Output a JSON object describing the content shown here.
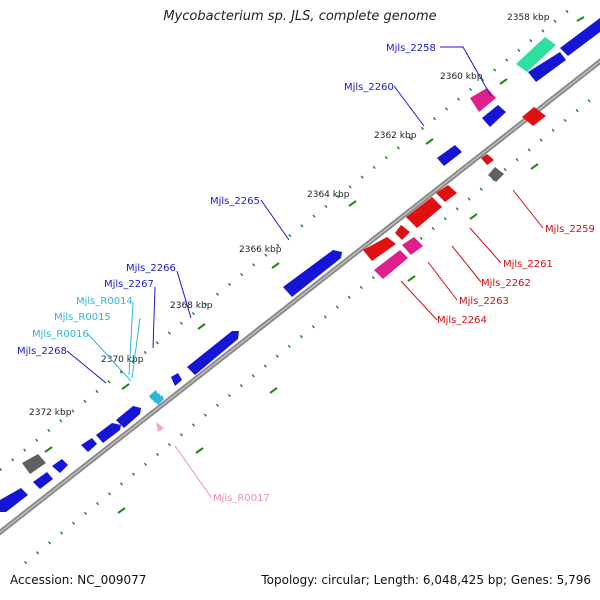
{
  "header": {
    "title": "Mycobacterium sp. JLS, complete genome"
  },
  "footer": {
    "accession": "Accession: NC_009077",
    "summary": "Topology: circular; Length: 6,048,425 bp; Genes: 5,796"
  },
  "ticks": [
    "2358 kbp",
    "2360 kbp",
    "2362 kbp",
    "2364 kbp",
    "2366 kbp",
    "2368 kbp",
    "2370 kbp",
    "2372 kbp"
  ],
  "gene_labels": [
    {
      "id": "Mjls_2258",
      "text": "Mjls_2258",
      "color": "#1a1acc"
    },
    {
      "id": "Mjls_2260",
      "text": "Mjls_2260",
      "color": "#1a1acc"
    },
    {
      "id": "Mjls_2265",
      "text": "Mjls_2265",
      "color": "#1a1acc"
    },
    {
      "id": "Mjls_2266",
      "text": "Mjls_2266",
      "color": "#1a1acc"
    },
    {
      "id": "Mjls_2267",
      "text": "Mjls_2267",
      "color": "#1a1acc"
    },
    {
      "id": "Mjls_R0014",
      "text": "Mjls_R0014",
      "color": "#2ab8d8"
    },
    {
      "id": "Mjls_R0015",
      "text": "Mjls_R0015",
      "color": "#2ab8d8"
    },
    {
      "id": "Mjls_R0016",
      "text": "Mjls_R0016",
      "color": "#2ab8d8"
    },
    {
      "id": "Mjls_2268",
      "text": "Mjls_2268",
      "color": "#1a1acc"
    },
    {
      "id": "Mjls_2259",
      "text": "Mjls_2259",
      "color": "#cc1111"
    },
    {
      "id": "Mjls_2261",
      "text": "Mjls_2261",
      "color": "#cc1111"
    },
    {
      "id": "Mjls_2262",
      "text": "Mjls_2262",
      "color": "#cc1111"
    },
    {
      "id": "Mjls_2263",
      "text": "Mjls_2263",
      "color": "#cc1111"
    },
    {
      "id": "Mjls_2264",
      "text": "Mjls_2264",
      "color": "#cc1111"
    },
    {
      "id": "Mjls_R0017",
      "text": "Mjls_R0017",
      "color": "#e98fb8"
    }
  ],
  "colors": {
    "backbone": "#7a7a7a",
    "cds_forward": "#1515d6",
    "cds_reverse": "#e01010",
    "rna": "#e0208a",
    "trna": "#2ab8d8",
    "rrna_green": "#2ee0a0",
    "pseudogene": "#606060",
    "tick_marks": "#1c8a1c",
    "rna_light": "#f0a8c8"
  }
}
